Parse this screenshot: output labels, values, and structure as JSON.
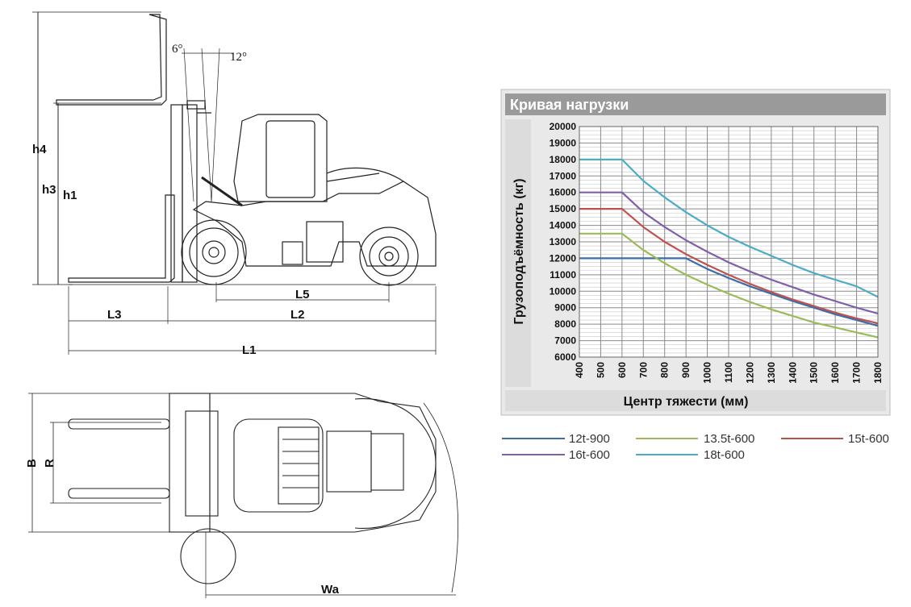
{
  "drawing": {
    "side_labels": {
      "h4": "h4",
      "h3": "h3",
      "h1": "h1",
      "l3": "L3",
      "l2": "L2",
      "l5": "L5",
      "l1": "L1"
    },
    "angles": {
      "forward": "6°",
      "backward": "12°"
    },
    "top_labels": {
      "b": "B",
      "r": "R",
      "wa": "Wa"
    }
  },
  "chart_data": {
    "type": "line",
    "title": "Кривая нагрузки",
    "xlabel": "Центр тяжести (мм)",
    "ylabel": "Грузоподъёмность (кг)",
    "xlim": [
      400,
      1800
    ],
    "ylim": [
      6000,
      20000
    ],
    "x_ticks": [
      "400",
      "500",
      "600",
      "700",
      "800",
      "900",
      "1000",
      "1100",
      "1200",
      "1300",
      "1400",
      "1500",
      "1600",
      "1700",
      "1800"
    ],
    "y_ticks": [
      "6000",
      "7000",
      "8000",
      "9000",
      "10000",
      "11000",
      "12000",
      "13000",
      "14000",
      "15000",
      "16000",
      "17000",
      "18000",
      "19000",
      "20000"
    ],
    "grid": true,
    "series": [
      {
        "name": "12t-900",
        "color": "#3a6ea8",
        "x": [
          400,
          500,
          600,
          700,
          800,
          900,
          1000,
          1100,
          1200,
          1300,
          1400,
          1500,
          1600,
          1700,
          1800
        ],
        "y": [
          12000,
          12000,
          12000,
          12000,
          12000,
          12000,
          11350,
          10800,
          10300,
          9850,
          9400,
          9000,
          8600,
          8250,
          7900
        ]
      },
      {
        "name": "13.5t-600",
        "color": "#9bbb59",
        "x": [
          400,
          500,
          600,
          700,
          800,
          900,
          1000,
          1100,
          1200,
          1300,
          1400,
          1500,
          1600,
          1700,
          1800
        ],
        "y": [
          13500,
          13500,
          13500,
          12500,
          11700,
          11000,
          10400,
          9850,
          9350,
          8900,
          8500,
          8100,
          7800,
          7500,
          7200
        ]
      },
      {
        "name": "15t-600",
        "color": "#c0504d",
        "x": [
          400,
          500,
          600,
          700,
          800,
          900,
          1000,
          1100,
          1200,
          1300,
          1400,
          1500,
          1600,
          1700,
          1800
        ],
        "y": [
          15000,
          15000,
          15000,
          13900,
          13000,
          12250,
          11600,
          11000,
          10450,
          9950,
          9500,
          9100,
          8700,
          8350,
          8050
        ]
      },
      {
        "name": "16t-600",
        "color": "#7e5fa8",
        "x": [
          400,
          500,
          600,
          700,
          800,
          900,
          1000,
          1100,
          1200,
          1300,
          1400,
          1500,
          1600,
          1700,
          1800
        ],
        "y": [
          16000,
          16000,
          16000,
          14800,
          13900,
          13100,
          12400,
          11750,
          11200,
          10700,
          10250,
          9800,
          9400,
          9000,
          8650
        ]
      },
      {
        "name": "18t-600",
        "color": "#4bacc6",
        "x": [
          400,
          500,
          600,
          700,
          800,
          900,
          1000,
          1100,
          1200,
          1300,
          1400,
          1500,
          1600,
          1700,
          1800
        ],
        "y": [
          18000,
          18000,
          18000,
          16700,
          15700,
          14800,
          14000,
          13300,
          12700,
          12150,
          11600,
          11100,
          10700,
          10300,
          9650
        ]
      }
    ]
  }
}
